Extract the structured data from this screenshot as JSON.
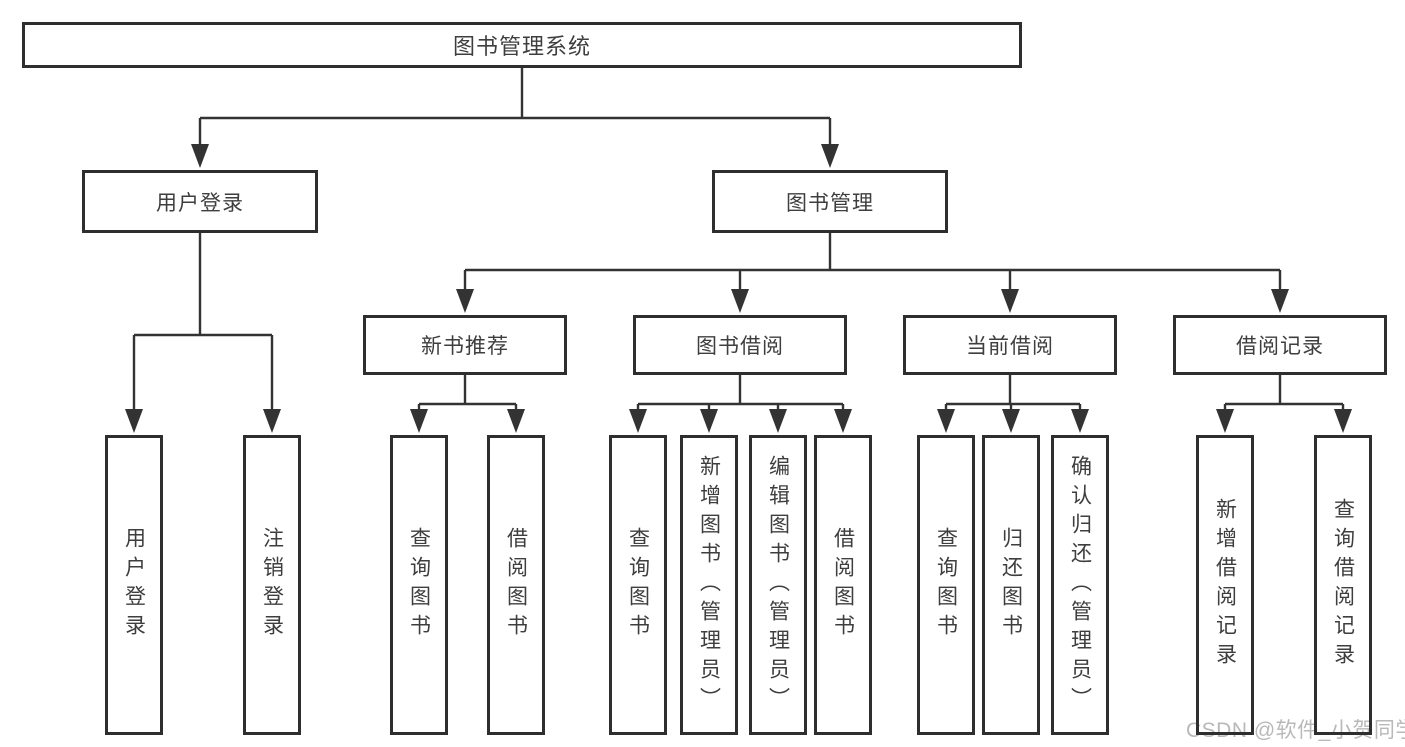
{
  "nodes": {
    "root": {
      "label": "图书管理系统"
    },
    "level2": [
      {
        "label": "用户登录",
        "parent": "图书管理系统"
      },
      {
        "label": "图书管理",
        "parent": "图书管理系统"
      }
    ],
    "level3": [
      {
        "label": "新书推荐",
        "parent": "图书管理"
      },
      {
        "label": "图书借阅",
        "parent": "图书管理"
      },
      {
        "label": "当前借阅",
        "parent": "图书管理"
      },
      {
        "label": "借阅记录",
        "parent": "图书管理"
      }
    ],
    "leaves": [
      {
        "label": "用户登录",
        "parent": "用户登录"
      },
      {
        "label": "注销登录",
        "parent": "用户登录"
      },
      {
        "label": "查询图书",
        "parent": "新书推荐"
      },
      {
        "label": "借阅图书",
        "parent": "新书推荐"
      },
      {
        "label": "查询图书",
        "parent": "图书借阅"
      },
      {
        "label": "新增图书（管理员）",
        "parent": "图书借阅"
      },
      {
        "label": "编辑图书（管理员）",
        "parent": "图书借阅"
      },
      {
        "label": "借阅图书",
        "parent": "图书借阅"
      },
      {
        "label": "查询图书",
        "parent": "当前借阅"
      },
      {
        "label": "归还图书",
        "parent": "当前借阅"
      },
      {
        "label": "确认归还（管理员）",
        "parent": "当前借阅"
      },
      {
        "label": "新增借阅记录",
        "parent": "借阅记录"
      },
      {
        "label": "查询借阅记录",
        "parent": "借阅记录"
      }
    ]
  },
  "watermark": {
    "text": "CSDN @软件_小贺同学",
    "color": "#b9b9b9"
  },
  "colors": {
    "line": "#333333",
    "box_border": "#2e2e2e",
    "text": "#3e3e3e",
    "background": "#ffffff"
  }
}
